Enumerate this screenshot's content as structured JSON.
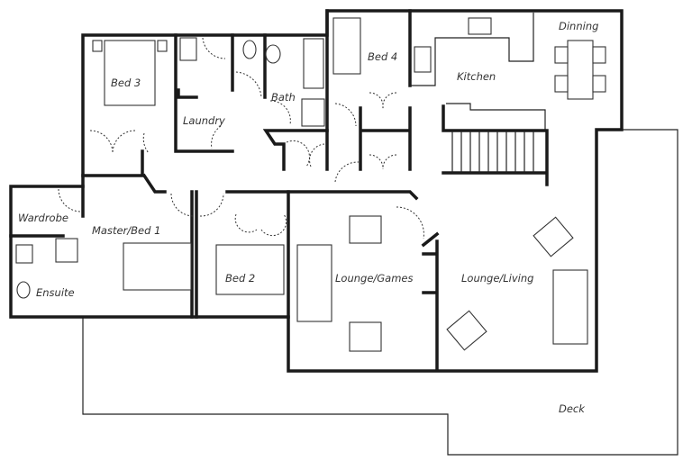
{
  "rooms": {
    "bed3": "Bed 3",
    "laundry": "Laundry",
    "bath": "Bath",
    "bed4": "Bed 4",
    "kitchen": "Kitchen",
    "dining": "Dinning",
    "wardrobe": "Wardrobe",
    "master": "Master/Bed 1",
    "ensuite": "Ensuite",
    "bed2": "Bed 2",
    "lounge_games": "Lounge/Games",
    "lounge_living": "Lounge/Living",
    "deck": "Deck"
  }
}
